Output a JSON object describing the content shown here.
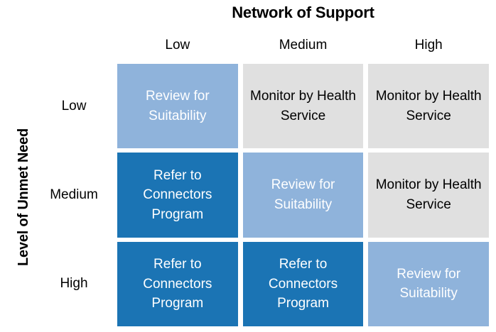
{
  "figure": {
    "title": "Network of Support",
    "column_axis_title": "Network of Support",
    "row_axis_title": "Level of Unmet Need"
  },
  "columns": [
    {
      "label": "Low"
    },
    {
      "label": "Medium"
    },
    {
      "label": "High"
    }
  ],
  "rows": [
    {
      "label": "Low"
    },
    {
      "label": "Medium"
    },
    {
      "label": "High"
    }
  ],
  "legend_colors": {
    "refer_to_connectors_program": "#1B74B4",
    "review_for_suitability": "#8FB3DB",
    "monitor_by_health_service": "#E0E0E0",
    "text_on_blue": "#FFFFFF",
    "text_on_gray": "#000000",
    "background": "#FFFFFF"
  },
  "chart_data": {
    "type": "heatmap",
    "title": "Network of Support",
    "xlabel": "Network of Support",
    "ylabel": "Level of Unmet Need",
    "x_categories": [
      "Low",
      "Medium",
      "High"
    ],
    "y_categories": [
      "Low",
      "Medium",
      "High"
    ],
    "grid": true,
    "legend": "none",
    "cells": [
      {
        "row": "Low",
        "column": "Low",
        "label": "Review for Suitability",
        "action": "review",
        "color": "#8FB3DB",
        "value": 2
      },
      {
        "row": "Low",
        "column": "Medium",
        "label": "Monitor by Health Service",
        "action": "monitor",
        "color": "#E0E0E0",
        "value": 1
      },
      {
        "row": "Low",
        "column": "High",
        "label": "Monitor by Health Service",
        "action": "monitor",
        "color": "#E0E0E0",
        "value": 1
      },
      {
        "row": "Medium",
        "column": "Low",
        "label": "Refer to Connectors Program",
        "action": "refer",
        "color": "#1B74B4",
        "value": 3
      },
      {
        "row": "Medium",
        "column": "Medium",
        "label": "Review for Suitability",
        "action": "review",
        "color": "#8FB3DB",
        "value": 2
      },
      {
        "row": "Medium",
        "column": "High",
        "label": "Monitor by Health Service",
        "action": "monitor",
        "color": "#E0E0E0",
        "value": 1
      },
      {
        "row": "High",
        "column": "Low",
        "label": "Refer to Connectors Program",
        "action": "refer",
        "color": "#1B74B4",
        "value": 3
      },
      {
        "row": "High",
        "column": "Medium",
        "label": "Refer to Connectors Program",
        "action": "refer",
        "color": "#1B74B4",
        "value": 3
      },
      {
        "row": "High",
        "column": "High",
        "label": "Review for Suitability",
        "action": "review",
        "color": "#8FB3DB",
        "value": 2
      }
    ]
  }
}
